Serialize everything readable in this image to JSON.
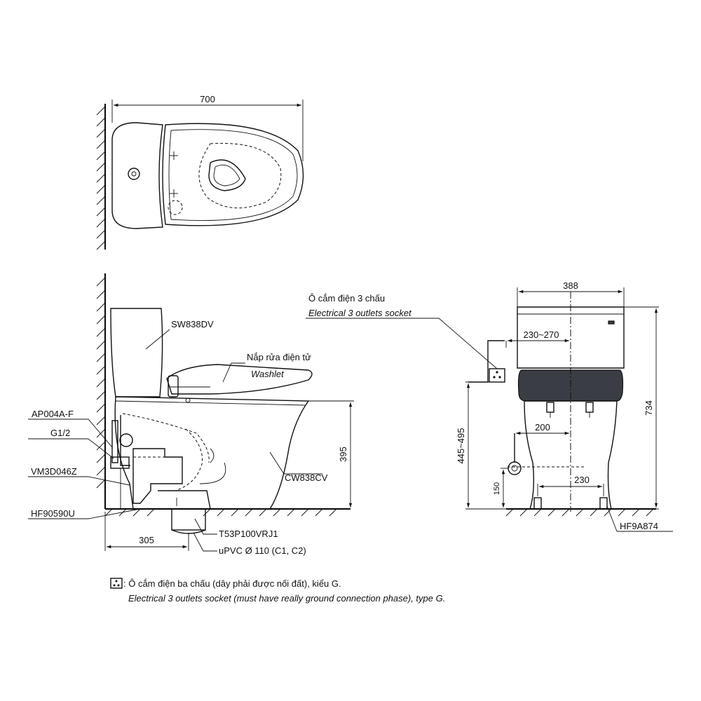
{
  "dimensions": {
    "top_width": "700",
    "front_width": "388",
    "front_height": "734",
    "outlet_range": "230~270",
    "outlet_height": "445~495",
    "supply_offset": "200",
    "supply_height": "150",
    "bolt_spacing": "230",
    "side_height": "395",
    "wall_to_drain": "305"
  },
  "parts": {
    "tank": "SW838DV",
    "washlet_vi": "Nắp rửa điện tử",
    "washlet_en": "Washlet",
    "bowl": "CW838CV",
    "hose": "AP004A-F",
    "thread": "G1/2",
    "valve": "VM3D046Z",
    "flange": "HF90590U",
    "drain": "T53P100VRJ1",
    "pipe": "uPVC Ø 110 (C1, C2)",
    "bolt": "HF9A874"
  },
  "socket": {
    "vi": "Ô cắm điện 3 chấu",
    "en": "Electrical 3 outlets socket"
  },
  "legend": {
    "vi": ": Ô cắm điện ba chấu (dây phải được nối đất), kiểu G.",
    "en": "Electrical 3 outlets socket (must have really ground connection phase), type G."
  },
  "icons": {
    "socket_symbol": "outlet-socket-icon"
  }
}
